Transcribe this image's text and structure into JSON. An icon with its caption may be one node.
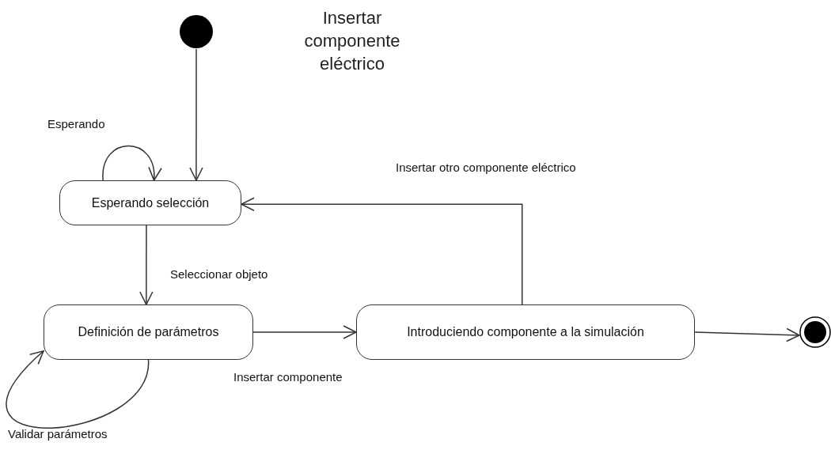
{
  "diagram": {
    "title": "Insertar componente eléctrico",
    "nodes": [
      {
        "text": [],
        "shape": "circle"
      },
      {
        "text": [
          "Esperando selección"
        ]
      },
      {
        "text": [
          "Definición de parámetros"
        ]
      },
      {
        "text": [
          "Introduciendo componente a la simulación"
        ]
      },
      {
        "text": [],
        "shape": "circle"
      }
    ],
    "edges": [
      {
        "from": 0,
        "to": 1,
        "arrow": "to"
      },
      {
        "from": 1,
        "to": 1,
        "arrow": "to",
        "label": "Esperando"
      },
      {
        "from": 1,
        "to": 2,
        "arrow": "to",
        "label": "Seleccionar objeto"
      },
      {
        "from": 2,
        "to": 2,
        "arrow": "to",
        "label": "Validar parámetros"
      },
      {
        "from": 2,
        "to": 3,
        "arrow": "to",
        "label": "Insertar componente"
      },
      {
        "from": 3,
        "to": 1,
        "arrow": "to",
        "label": "Insertar otro componente eléctrico"
      },
      {
        "from": 3,
        "to": 4,
        "arrow": "to"
      }
    ]
  }
}
